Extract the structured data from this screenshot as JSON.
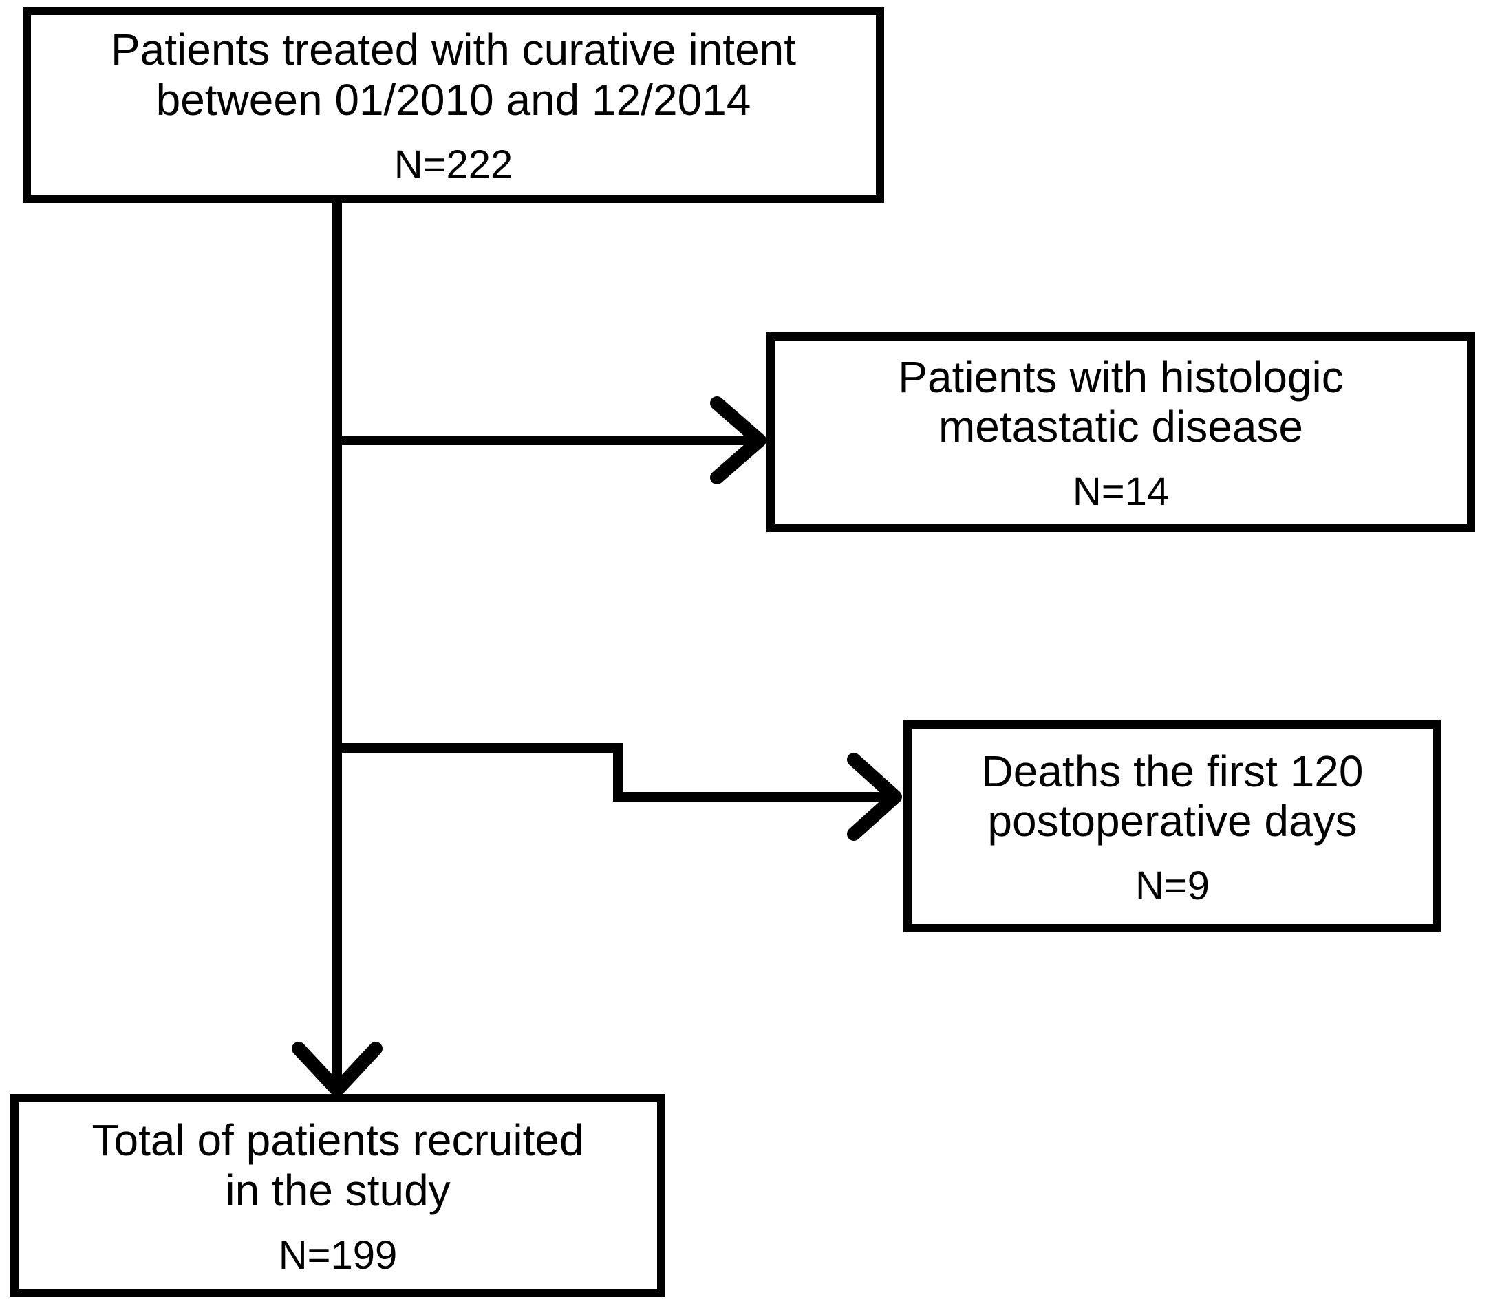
{
  "diagram": {
    "type": "flowchart",
    "background_color": "#ffffff",
    "line_color": "#000000",
    "box_border_color": "#000000",
    "box_background_color": "#ffffff",
    "text_color": "#000000",
    "nodes": [
      {
        "id": "treated",
        "label": "Patients treated with curative intent\nbetween 01/2010 and 12/2014",
        "n": "N=222"
      },
      {
        "id": "metastatic",
        "label": "Patients with histologic\nmetastatic disease",
        "n": "N=14"
      },
      {
        "id": "deaths",
        "label": "Deaths the first 120\npostoperative days",
        "n": "N=9"
      },
      {
        "id": "recruited",
        "label": "Total of patients recruited\nin the study",
        "n": "N=199"
      }
    ],
    "edges": [
      {
        "from": "treated",
        "to": "metastatic"
      },
      {
        "from": "treated",
        "to": "deaths"
      },
      {
        "from": "treated",
        "to": "recruited"
      }
    ]
  }
}
